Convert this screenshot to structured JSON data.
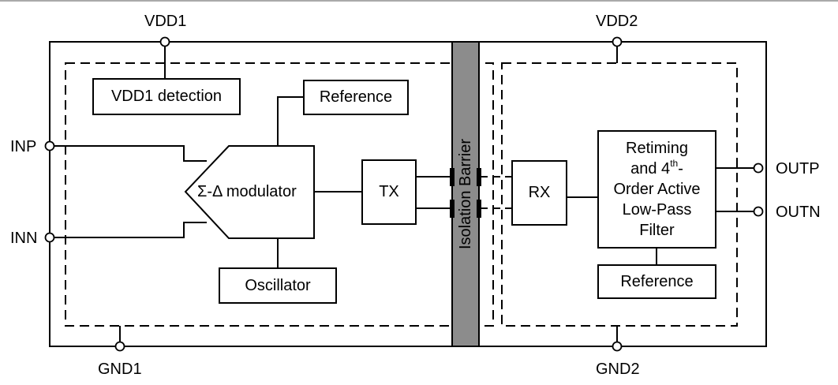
{
  "diagram": {
    "supplies": {
      "vdd1": "VDD1",
      "vdd2": "VDD2",
      "gnd1": "GND1",
      "gnd2": "GND2"
    },
    "pins": {
      "inp": "INP",
      "inn": "INN",
      "outp": "OUTP",
      "outn": "OUTN"
    },
    "blocks": {
      "vdd1_detection": "VDD1 detection",
      "reference_left": "Reference",
      "modulator": "Σ-Δ modulator",
      "tx": "TX",
      "oscillator": "Oscillator",
      "barrier": "Isolation Barrier",
      "rx": "RX",
      "filter": {
        "line1": "Retiming",
        "line2_pre": "and 4",
        "line2_sup": "th",
        "line2_post": "-",
        "line3": "Order Active",
        "line4": "Low-Pass",
        "line5": "Filter"
      },
      "reference_right": "Reference"
    },
    "colors": {
      "barrier_fill": "#8c8c8c",
      "line": "#000000"
    }
  }
}
